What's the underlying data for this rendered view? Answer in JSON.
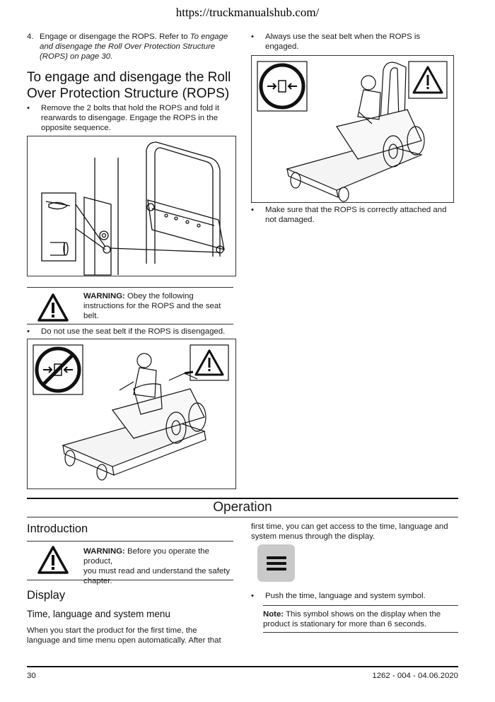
{
  "header": {
    "url": "https://truckmanualshub.com/"
  },
  "left": {
    "step4": {
      "num": "4.",
      "text": "Engage or disengage the ROPS. Refer to",
      "ref": "To engage and disengage the Roll Over Protection Structure (ROPS) on page 30",
      "end": "."
    },
    "rops_heading_line1": "To engage and disengage the Roll",
    "rops_heading_line2": "Over Protection Structure (ROPS)",
    "bullet1_l1": "Remove the 2 bolts that hold the ROPS and fold it",
    "bullet1_l2": "rearwards to disengage. Engage the ROPS in the",
    "bullet1_l3": "opposite sequence.",
    "warning1_label": "WARNING:",
    "warning1_l1": "Obey the following",
    "warning1_l2": "instructions for the ROPS and the seat",
    "warning1_l3": "belt.",
    "bullet2": "Do not use the seat belt if the ROPS is disengaged."
  },
  "right": {
    "bullet_seatbelt_l1": "Always use the seat belt when the ROPS is",
    "bullet_seatbelt_l2": "engaged.",
    "bullet_attached_l1": "Make sure that the ROPS is correctly attached and",
    "bullet_attached_l2": "not damaged."
  },
  "section": {
    "title": "Operation"
  },
  "intro": {
    "heading": "Introduction",
    "warning_label": "WARNING:",
    "warning_l1": "Before you operate the product,",
    "warning_l2": "you must read and understand the safety",
    "warning_l3": "chapter."
  },
  "display": {
    "heading": "Display",
    "subheading": "Time, language and system menu",
    "para_l1": "When you start the product for the first time, the",
    "para_l2": "language and time menu open automatically. After that",
    "cont_l1": "first time, you can get access to the time, language and",
    "cont_l2": "system menus through the display.",
    "bullet": "Push the time, language and system symbol.",
    "note_label": "Note:",
    "note_l1": "This symbol shows on the display when the",
    "note_l2": "product is stationary for more than 6 seconds."
  },
  "footer": {
    "page": "30",
    "doc": "1262 - 004 - 04.06.2020"
  }
}
